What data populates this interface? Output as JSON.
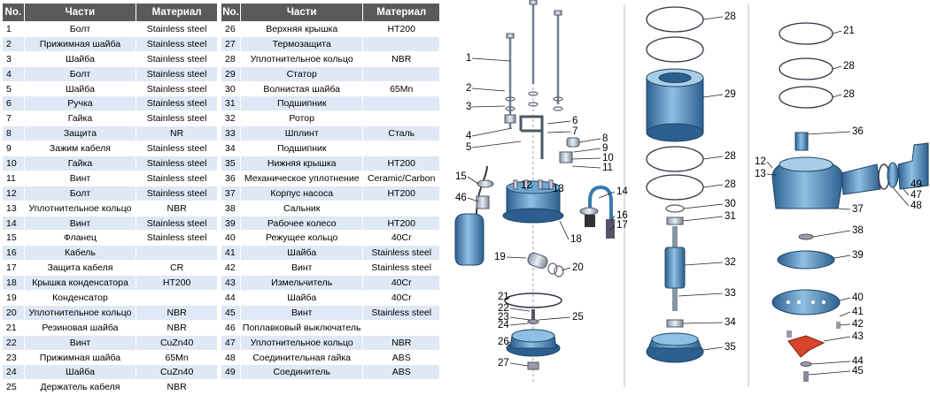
{
  "headers": {
    "no": "No.",
    "part": "Части",
    "material": "Материал"
  },
  "parts": [
    {
      "no": "1",
      "part": "Болт",
      "material": "Stainless steel"
    },
    {
      "no": "2",
      "part": "Прижимная шайба",
      "material": "Stainless steel"
    },
    {
      "no": "3",
      "part": "Шайба",
      "material": "Stainless steel"
    },
    {
      "no": "4",
      "part": "Болт",
      "material": "Stainless steel"
    },
    {
      "no": "5",
      "part": "Шайба",
      "material": "Stainless steel"
    },
    {
      "no": "6",
      "part": "Ручка",
      "material": "Stainless steel"
    },
    {
      "no": "7",
      "part": "Гайка",
      "material": "Stainless steel"
    },
    {
      "no": "8",
      "part": "Защита",
      "material": "NR"
    },
    {
      "no": "9",
      "part": "Зажим кабеля",
      "material": "Stainless steel"
    },
    {
      "no": "10",
      "part": "Гайка",
      "material": "Stainless steel"
    },
    {
      "no": "11",
      "part": "Винт",
      "material": "Stainless steel"
    },
    {
      "no": "12",
      "part": "Болт",
      "material": "Stainless steel"
    },
    {
      "no": "13",
      "part": "Уплотнительное кольцо",
      "material": "NBR"
    },
    {
      "no": "14",
      "part": "Винт",
      "material": "Stainless steel"
    },
    {
      "no": "15",
      "part": "Фланец",
      "material": "Stainless steel"
    },
    {
      "no": "16",
      "part": "Кабель",
      "material": ""
    },
    {
      "no": "17",
      "part": "Защита кабеля",
      "material": "CR"
    },
    {
      "no": "18",
      "part": "Крышка конденсатора",
      "material": "HT200"
    },
    {
      "no": "19",
      "part": "Конденсатор",
      "material": ""
    },
    {
      "no": "20",
      "part": "Уплотнительное кольцо",
      "material": "NBR"
    },
    {
      "no": "21",
      "part": "Резиновая шайба",
      "material": "NBR"
    },
    {
      "no": "22",
      "part": "Винт",
      "material": "CuZn40"
    },
    {
      "no": "23",
      "part": "Прижимная шайба",
      "material": "65Mn"
    },
    {
      "no": "24",
      "part": "Шайба",
      "material": "CuZn40"
    },
    {
      "no": "25",
      "part": "Держатель кабеля",
      "material": "NBR"
    },
    {
      "no": "26",
      "part": "Верхняя крышка",
      "material": "HT200"
    },
    {
      "no": "27",
      "part": "Термозащита",
      "material": ""
    },
    {
      "no": "28",
      "part": "Уплотнительное кольцо",
      "material": "NBR"
    },
    {
      "no": "29",
      "part": "Статор",
      "material": ""
    },
    {
      "no": "30",
      "part": "Волнистая шайба",
      "material": "65Mn"
    },
    {
      "no": "31",
      "part": "Подшипник",
      "material": ""
    },
    {
      "no": "32",
      "part": "Ротор",
      "material": ""
    },
    {
      "no": "33",
      "part": "Шплинт",
      "material": "Сталь"
    },
    {
      "no": "34",
      "part": "Подшипник",
      "material": ""
    },
    {
      "no": "35",
      "part": "Нижняя крышка",
      "material": "HT200"
    },
    {
      "no": "36",
      "part": "Механическое уплотнение",
      "material": "Ceramic/Carbon"
    },
    {
      "no": "37",
      "part": "Корпус насоса",
      "material": "HT200"
    },
    {
      "no": "38",
      "part": "Сальник",
      "material": ""
    },
    {
      "no": "39",
      "part": "Рабочее колесо",
      "material": "HT200"
    },
    {
      "no": "40",
      "part": "Режущее кольцо",
      "material": "40Cr"
    },
    {
      "no": "41",
      "part": "Шайба",
      "material": "Stainless steel"
    },
    {
      "no": "42",
      "part": "Винт",
      "material": "Stainless steel"
    },
    {
      "no": "43",
      "part": "Измельчитель",
      "material": "40Cr"
    },
    {
      "no": "44",
      "part": "Шайба",
      "material": "40Cr"
    },
    {
      "no": "45",
      "part": "Винт",
      "material": "Stainless steel"
    },
    {
      "no": "46",
      "part": "Поплавковый выключатель",
      "material": ""
    },
    {
      "no": "47",
      "part": "Уплотнительное кольцо",
      "material": "NBR"
    },
    {
      "no": "48",
      "part": "Соединительная гайка",
      "material": "ABS"
    },
    {
      "no": "49",
      "part": "Соединитель",
      "material": "ABS"
    }
  ],
  "callouts": [
    "1",
    "2",
    "3",
    "4",
    "5",
    "6",
    "7",
    "8",
    "9",
    "10",
    "11",
    "12",
    "13",
    "14",
    "15",
    "16",
    "17",
    "18",
    "19",
    "20",
    "21",
    "22",
    "23",
    "24",
    "25",
    "26",
    "27",
    "28",
    "29",
    "30",
    "31",
    "32",
    "33",
    "34",
    "35",
    "36",
    "37",
    "38",
    "39",
    "40",
    "41",
    "42",
    "43",
    "44",
    "45",
    "46",
    "47",
    "48",
    "49"
  ],
  "colors": {
    "header_bg": "#5a5a5a",
    "row_alt": "#dfe8f4",
    "part_blue": "#3f7fb5",
    "part_light": "#a9cde6",
    "chopper_red": "#d9452b"
  }
}
